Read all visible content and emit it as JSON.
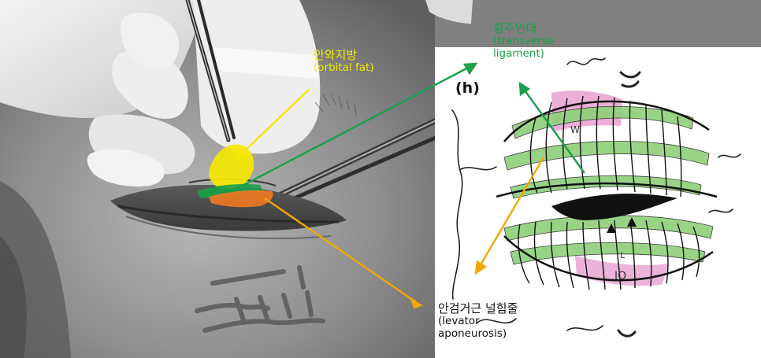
{
  "colors": {
    "fat": "#f4e800",
    "ligament": "#1aa04a",
    "levator": "#f0a800",
    "skin": "#9a9a9a",
    "diagram_green": "#8fd07a",
    "diagram_pink": "#e6a0d0"
  },
  "labels": {
    "orbital_fat": {
      "ko": "안와지방",
      "en": "(orbital  fat)"
    },
    "transverse_ligament": {
      "ko": "횡주인대",
      "en1": "(transverse",
      "en2": "ligament)"
    },
    "levator": {
      "ko": "안검거근 널힘줄",
      "en1": "(levator",
      "en2": "aponeurosis)"
    }
  },
  "diagram": {
    "panel_label": "(h)",
    "label_w": "W",
    "label_io": "IO",
    "label_l": "L"
  }
}
